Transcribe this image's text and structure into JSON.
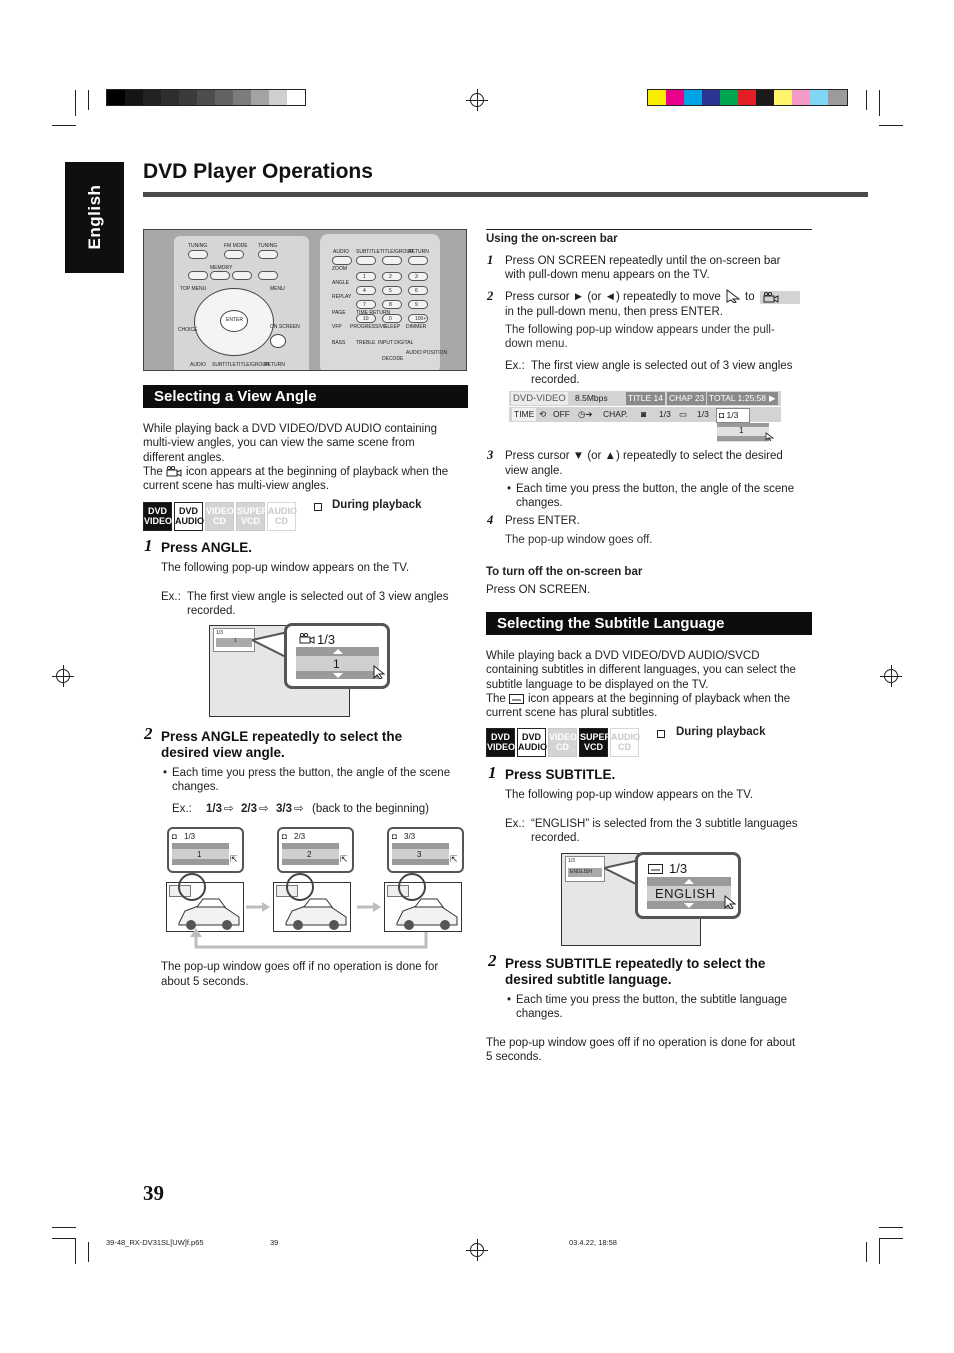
{
  "sidebar": {
    "language": "English"
  },
  "title": "DVD Player Operations",
  "left": {
    "heading": "Selecting a View Angle",
    "intro1": "While playing back a DVD VIDEO/DVD AUDIO containing",
    "intro2": "multi-view angles, you can view the same scene from",
    "intro3": "different angles.",
    "intro4a": "The",
    "intro4b": "icon appears at the beginning of playback when the",
    "intro5": "current scene has multi-view angles.",
    "during": "During playback",
    "step1": "Press ANGLE.",
    "step1_text": "The following pop-up window appears on the TV.",
    "ex_label": "Ex.:",
    "ex1a": "The first view angle is selected out of 3 view angles",
    "ex1b": "recorded.",
    "popup_value": "1/3",
    "popup_sel": "1",
    "step2a": "Press ANGLE repeatedly to select the",
    "step2b": "desired view angle.",
    "bullet1a": "Each time you press the button, the angle of the scene",
    "bullet1b": "changes.",
    "ex2_seq1": "1/3",
    "ex2_seq2": "2/3",
    "ex2_seq3": "3/3",
    "ex2_note": "(back to the beginning)",
    "mini": [
      {
        "value": "1/3",
        "sel": "1"
      },
      {
        "value": "2/3",
        "sel": "2"
      },
      {
        "value": "3/3",
        "sel": "3"
      }
    ],
    "close1": "The pop-up window goes off if no operation is done for",
    "close2": "about 5 seconds."
  },
  "badges": {
    "dvd": "DVD",
    "video": "VIDEO",
    "audio": "AUDIO",
    "cd": "CD",
    "super": "SUPER",
    "vcd": "VCD"
  },
  "right": {
    "osb_head": "Using the on-screen bar",
    "s1a": "Press ON SCREEN repeatedly until the on-screen bar",
    "s1b": "with pull-down menu appears on the TV.",
    "s2a": "Press cursor ► (or ◄) repeatedly to move",
    "s2to": "to",
    "s2b": "in the pull-down menu, then press ENTER.",
    "s2c1": "The following pop-up window appears under the pull-",
    "s2c2": "down menu.",
    "ex_label": "Ex.:",
    "exa": "The first view angle is selected out of 3 view angles",
    "exb": "recorded.",
    "osd": {
      "dvd": "DVD-VIDEO",
      "rate": "8.5Mbps",
      "title": "TITLE 14",
      "chap": "CHAP 23",
      "total": "TOTAL 1:25:58",
      "time": "TIME",
      "off": "OFF",
      "chap2": "CHAP.",
      "a1": "1/3",
      "a2": "1/3",
      "a3": "1/3",
      "drop": "1"
    },
    "s3a": "Press cursor ▼ (or ▲) repeatedly to select the desired",
    "s3b": "view angle.",
    "b3a": "Each time you press the button, the angle of the scene",
    "b3b": "changes.",
    "s4": "Press ENTER.",
    "s4t": "The pop-up window goes off.",
    "off_head": "To turn off the on-screen bar",
    "off_text": "Press ON SCREEN.",
    "sub_heading": "Selecting the Subtitle Language",
    "sub1": "While playing back a DVD VIDEO/DVD AUDIO/SVCD",
    "sub2": "containing subtitles in different languages, you can select the",
    "sub3": "subtitle language to be displayed on the TV.",
    "sub4a": "The",
    "sub4b": "icon appears at the beginning of playback when the",
    "sub5": "current scene has plural subtitles.",
    "during": "During playback",
    "st1": "Press SUBTITLE.",
    "st1_text": "The following pop-up window appears on the TV.",
    "st_ex_a": "“ENGLISH” is selected from the 3 subtitle languages",
    "st_ex_b": "recorded.",
    "sub_popup_value": "1/3",
    "sub_popup_sel": "ENGLISH",
    "st2a": "Press SUBTITLE repeatedly to select the",
    "st2b": "desired subtitle language.",
    "sb1a": "Each time you press the button, the subtitle language",
    "sb1b": "changes.",
    "close1": "The pop-up window goes off if no operation is done for about",
    "close2": "5 seconds."
  },
  "remote": {
    "tuning_l": "TUNING",
    "fm_mode": "FM MODE",
    "tuning_r": "TUNING",
    "memory": "MEMORY",
    "top_menu": "TOP MENU",
    "menu": "MENU",
    "enter": "ENTER",
    "choice": "CHOICE",
    "on_screen": "ON SCREEN",
    "audio": "AUDIO",
    "subtitle": "SUBTITLE",
    "title_group": "TITLE/GROUP",
    "return": "RETURN",
    "audio2": "AUDIO",
    "zoom": "ZOOM",
    "angle": "ANGLE",
    "replay": "REPLAY",
    "page": "PAGE",
    "vfp": "VFP",
    "bass": "BASS",
    "treble": "TREBLE",
    "time_return": "TIME RETURN",
    "progressive": "PROGRESSIVE",
    "sleep": "SLEEP",
    "dimmer": "DIMMER",
    "digital": "INPUT DIGITAL",
    "decode": "DECODE",
    "audio_pos": "AUDIO POSITION",
    "keys": [
      "1",
      "2",
      "3",
      "4",
      "5",
      "6",
      "7",
      "8",
      "9",
      "10",
      "0",
      "100+",
      "+10",
      "2",
      "3",
      "+10"
    ]
  },
  "footer": {
    "file": "39-48_RX-DV31SL[UW]f.p65",
    "page": "39",
    "date": "03.4.22, 18:58",
    "page_number": "39"
  },
  "calibration_colors": [
    "#000000",
    "#141414",
    "#222222",
    "#2e2e2e",
    "#3b3b3b",
    "#4d4d4d",
    "#636363",
    "#7c7c7c",
    "#a3a3a3",
    "#cfcfcf",
    "#ffffff",
    "#f9ed00",
    "#ea008a",
    "#00a3e4",
    "#2b3591",
    "#00a651",
    "#e31e26",
    "#1a1a1a",
    "#fff36b",
    "#f49ac6",
    "#7fd6f5",
    "#9b9b9b"
  ]
}
